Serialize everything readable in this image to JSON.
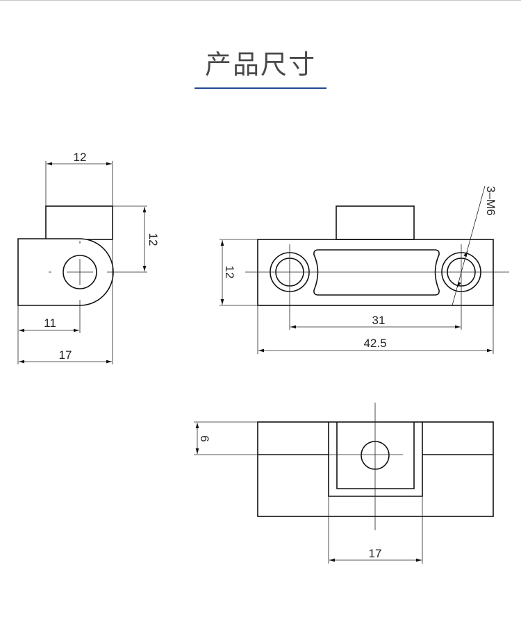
{
  "header": {
    "title": "产品尺寸",
    "accent_color": "#1f4593"
  },
  "views": {
    "side": {
      "dim_top_width": "12",
      "dim_right_height": "12",
      "dim_hole_offset": "11",
      "dim_total_width": "17"
    },
    "front": {
      "dim_height": "12",
      "dim_hole_spacing": "31",
      "dim_total_length": "42.5",
      "thread_callout": "3–M6"
    },
    "bottom": {
      "dim_hole_height": "6",
      "dim_channel_width": "17"
    }
  }
}
